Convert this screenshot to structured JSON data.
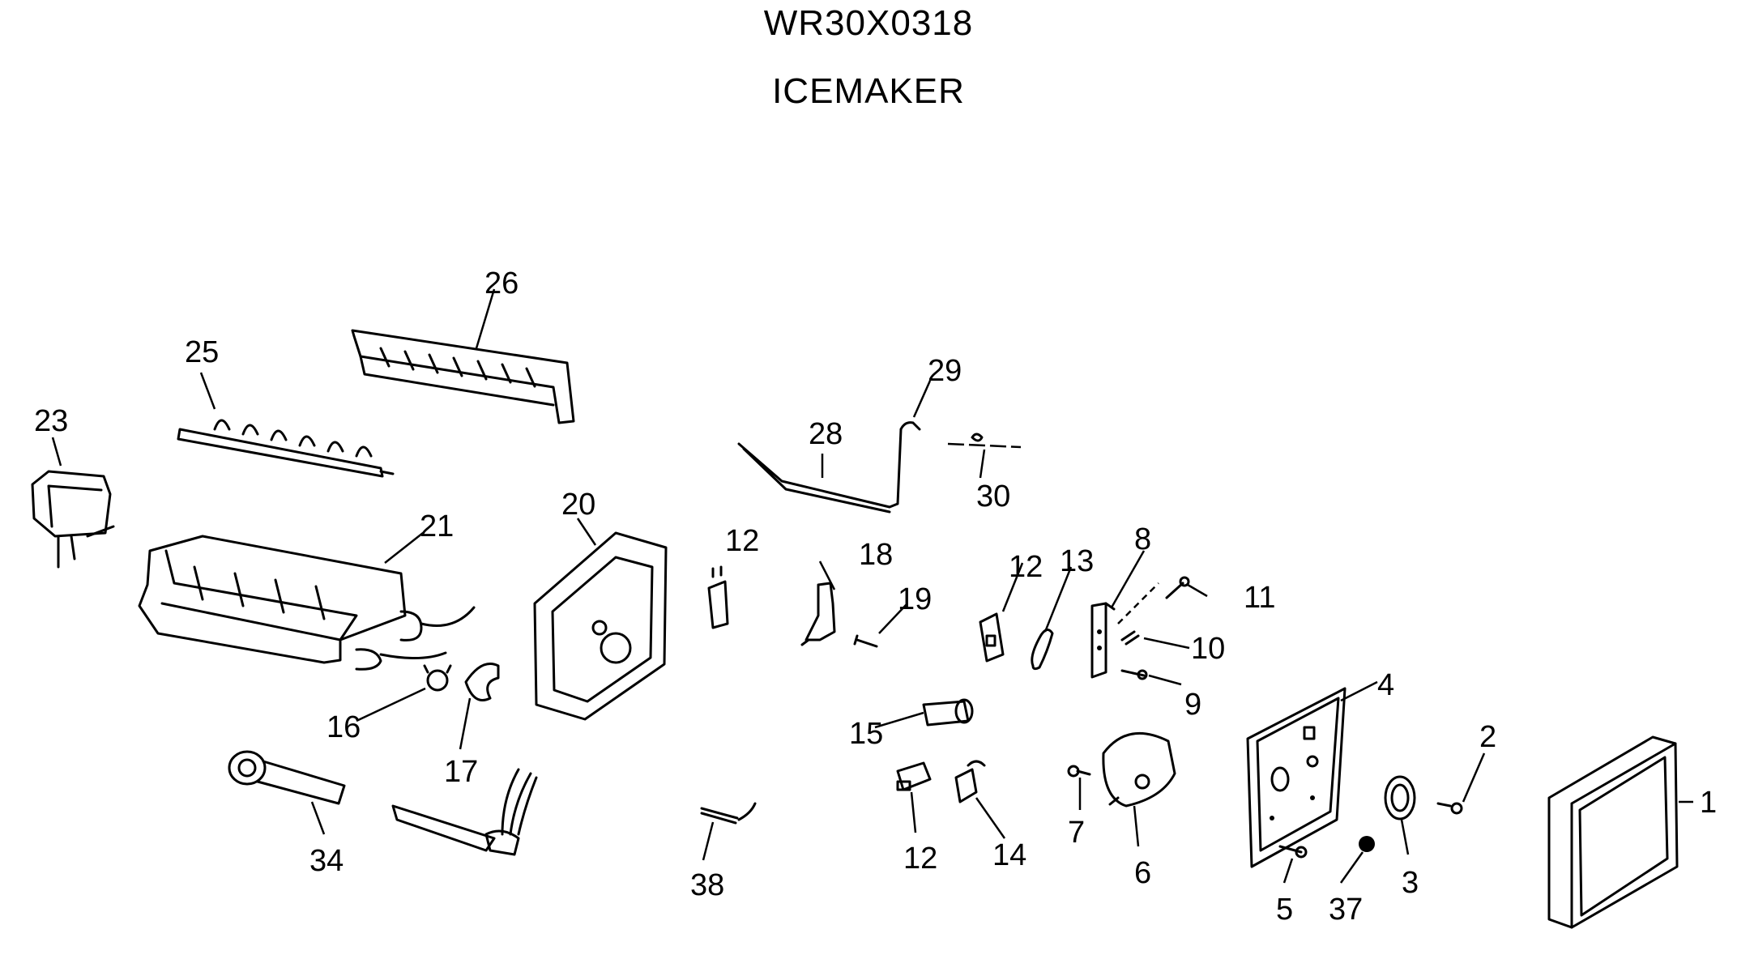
{
  "header": {
    "model": "WR30X0318",
    "title": "ICEMAKER"
  },
  "callouts": [
    "1",
    "2",
    "3",
    "4",
    "5",
    "6",
    "7",
    "8",
    "9",
    "10",
    "11",
    "12",
    "12",
    "12",
    "13",
    "14",
    "15",
    "16",
    "17",
    "18",
    "19",
    "20",
    "21",
    "23",
    "25",
    "26",
    "28",
    "29",
    "30",
    "34",
    "37",
    "38"
  ],
  "colors": {
    "ink": "#000000",
    "paper": "#ffffff"
  }
}
